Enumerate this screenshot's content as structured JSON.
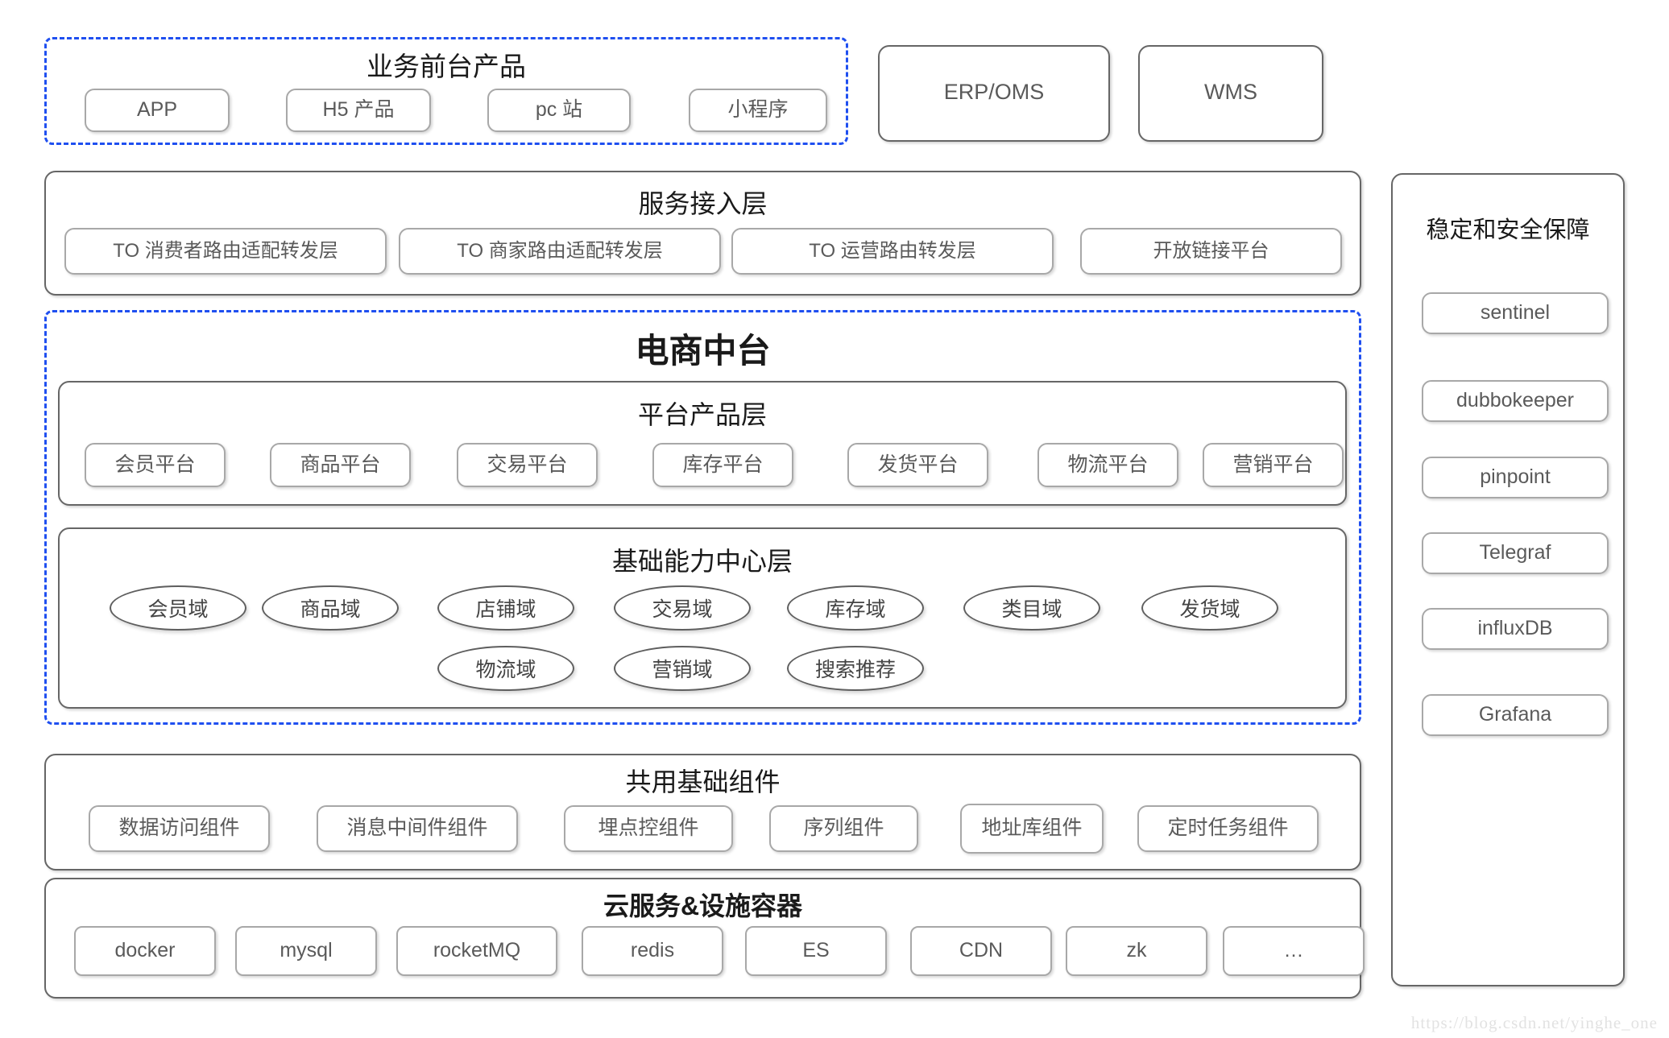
{
  "diagram": {
    "watermark": "https://blog.csdn.net/yinghe_one"
  },
  "frontend": {
    "title": "业务前台产品",
    "items": [
      {
        "label": "APP"
      },
      {
        "label": "H5 产品"
      },
      {
        "label": "pc 站"
      },
      {
        "label": "小程序"
      }
    ]
  },
  "external_systems": [
    {
      "label": "ERP/OMS"
    },
    {
      "label": "WMS"
    }
  ],
  "service_access": {
    "title": "服务接入层",
    "items": [
      {
        "label": "TO 消费者路由适配转发层"
      },
      {
        "label": "TO 商家路由适配转发层"
      },
      {
        "label": "TO  运营路由转发层"
      },
      {
        "label": "开放链接平台"
      }
    ]
  },
  "middle_platform": {
    "title": "电商中台",
    "platform_product_layer": {
      "title": "平台产品层",
      "items": [
        {
          "label": "会员平台"
        },
        {
          "label": "商品平台"
        },
        {
          "label": "交易平台"
        },
        {
          "label": "库存平台"
        },
        {
          "label": "发货平台"
        },
        {
          "label": "物流平台"
        },
        {
          "label": "营销平台"
        }
      ]
    },
    "capability_center_layer": {
      "title": "基础能力中心层",
      "row1": [
        {
          "label": "会员域"
        },
        {
          "label": "商品域"
        },
        {
          "label": "店铺域"
        },
        {
          "label": "交易域"
        },
        {
          "label": "库存域"
        },
        {
          "label": "类目域"
        },
        {
          "label": "发货域"
        }
      ],
      "row2": [
        {
          "label": "物流域"
        },
        {
          "label": "营销域"
        },
        {
          "label": "搜索推荐"
        }
      ]
    }
  },
  "common_components": {
    "title": "共用基础组件",
    "items": [
      {
        "label": "数据访问组件"
      },
      {
        "label": "消息中间件组件"
      },
      {
        "label": "埋点控组件"
      },
      {
        "label": "序列组件"
      },
      {
        "label": "地址库组件"
      },
      {
        "label": "定时任务组件"
      }
    ]
  },
  "cloud_services": {
    "title": "云服务&设施容器",
    "items": [
      {
        "label": "docker"
      },
      {
        "label": "mysql"
      },
      {
        "label": "rocketMQ"
      },
      {
        "label": "redis"
      },
      {
        "label": "ES"
      },
      {
        "label": "CDN"
      },
      {
        "label": "zk"
      },
      {
        "label": "…"
      }
    ]
  },
  "stability_security": {
    "title": "稳定和安全保障",
    "items": [
      {
        "label": "sentinel"
      },
      {
        "label": "dubbokeeper"
      },
      {
        "label": "pinpoint"
      },
      {
        "label": "Telegraf"
      },
      {
        "label": "influxDB"
      },
      {
        "label": "Grafana"
      }
    ]
  },
  "colors": {
    "dashed_border": "#1f4ff0",
    "box_border": "#666666",
    "chip_border": "#a8a8a8",
    "text": "#5a5a5a",
    "title_text": "#1a1a1a",
    "background": "#ffffff"
  }
}
